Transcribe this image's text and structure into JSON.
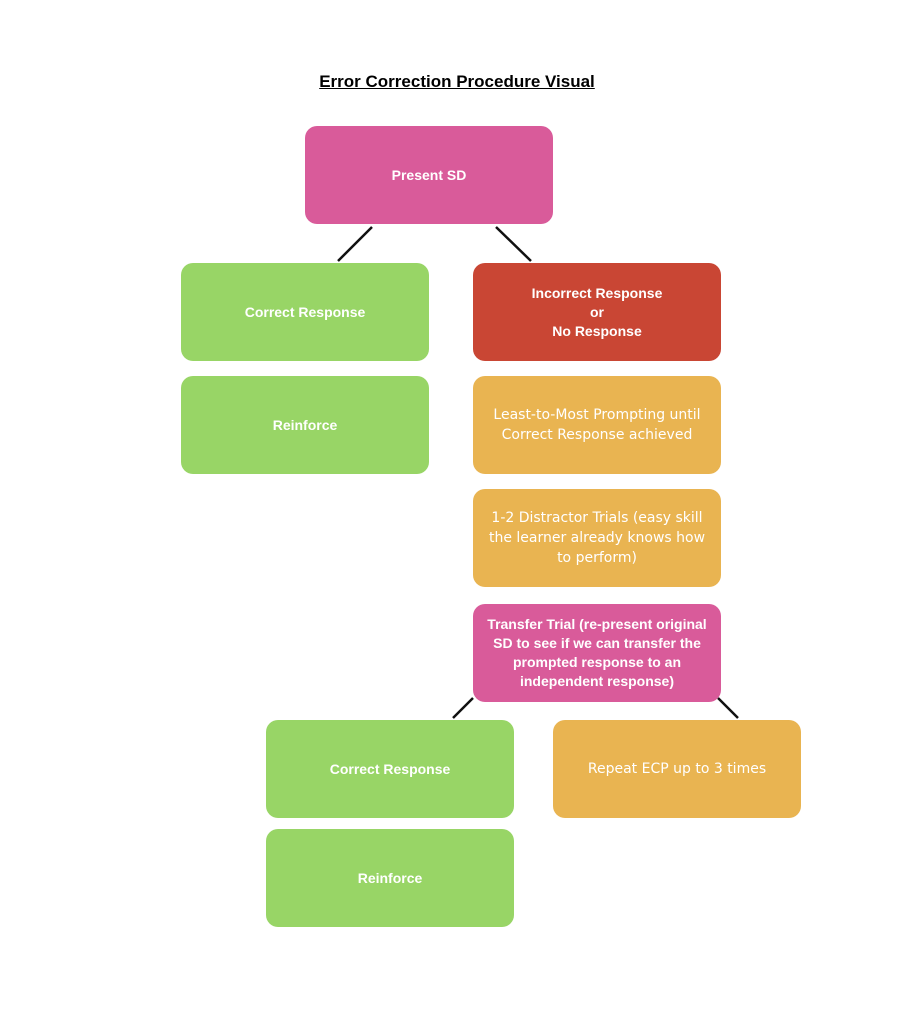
{
  "title": "Error Correction Procedure Visual",
  "colors": {
    "pink": "#d95b9a",
    "green": "#98d566",
    "red": "#c94634",
    "orange": "#e9b451",
    "connector": "#111111"
  },
  "nodes": {
    "present_sd": {
      "lines": [
        "Present SD"
      ]
    },
    "correct_response_1": {
      "lines": [
        "Correct Response"
      ]
    },
    "incorrect_response": {
      "lines": [
        "Incorrect Response",
        "or",
        "No Response"
      ]
    },
    "reinforce_1": {
      "lines": [
        "Reinforce"
      ]
    },
    "prompting": {
      "lines": [
        "Least-to-Most Prompting until",
        "Correct Response achieved"
      ]
    },
    "distractor_trials": {
      "lines": [
        "1-2 Distractor Trials (easy skill",
        "the learner already knows how",
        "to perform)"
      ]
    },
    "transfer_trial": {
      "lines": [
        "Transfer Trial (re-present original",
        "SD to see if we can transfer the",
        "prompted response to an",
        "independent response)"
      ]
    },
    "correct_response_2": {
      "lines": [
        "Correct Response"
      ]
    },
    "repeat_ecp": {
      "lines": [
        "Repeat ECP up to 3 times"
      ]
    },
    "reinforce_2": {
      "lines": [
        "Reinforce"
      ]
    }
  }
}
